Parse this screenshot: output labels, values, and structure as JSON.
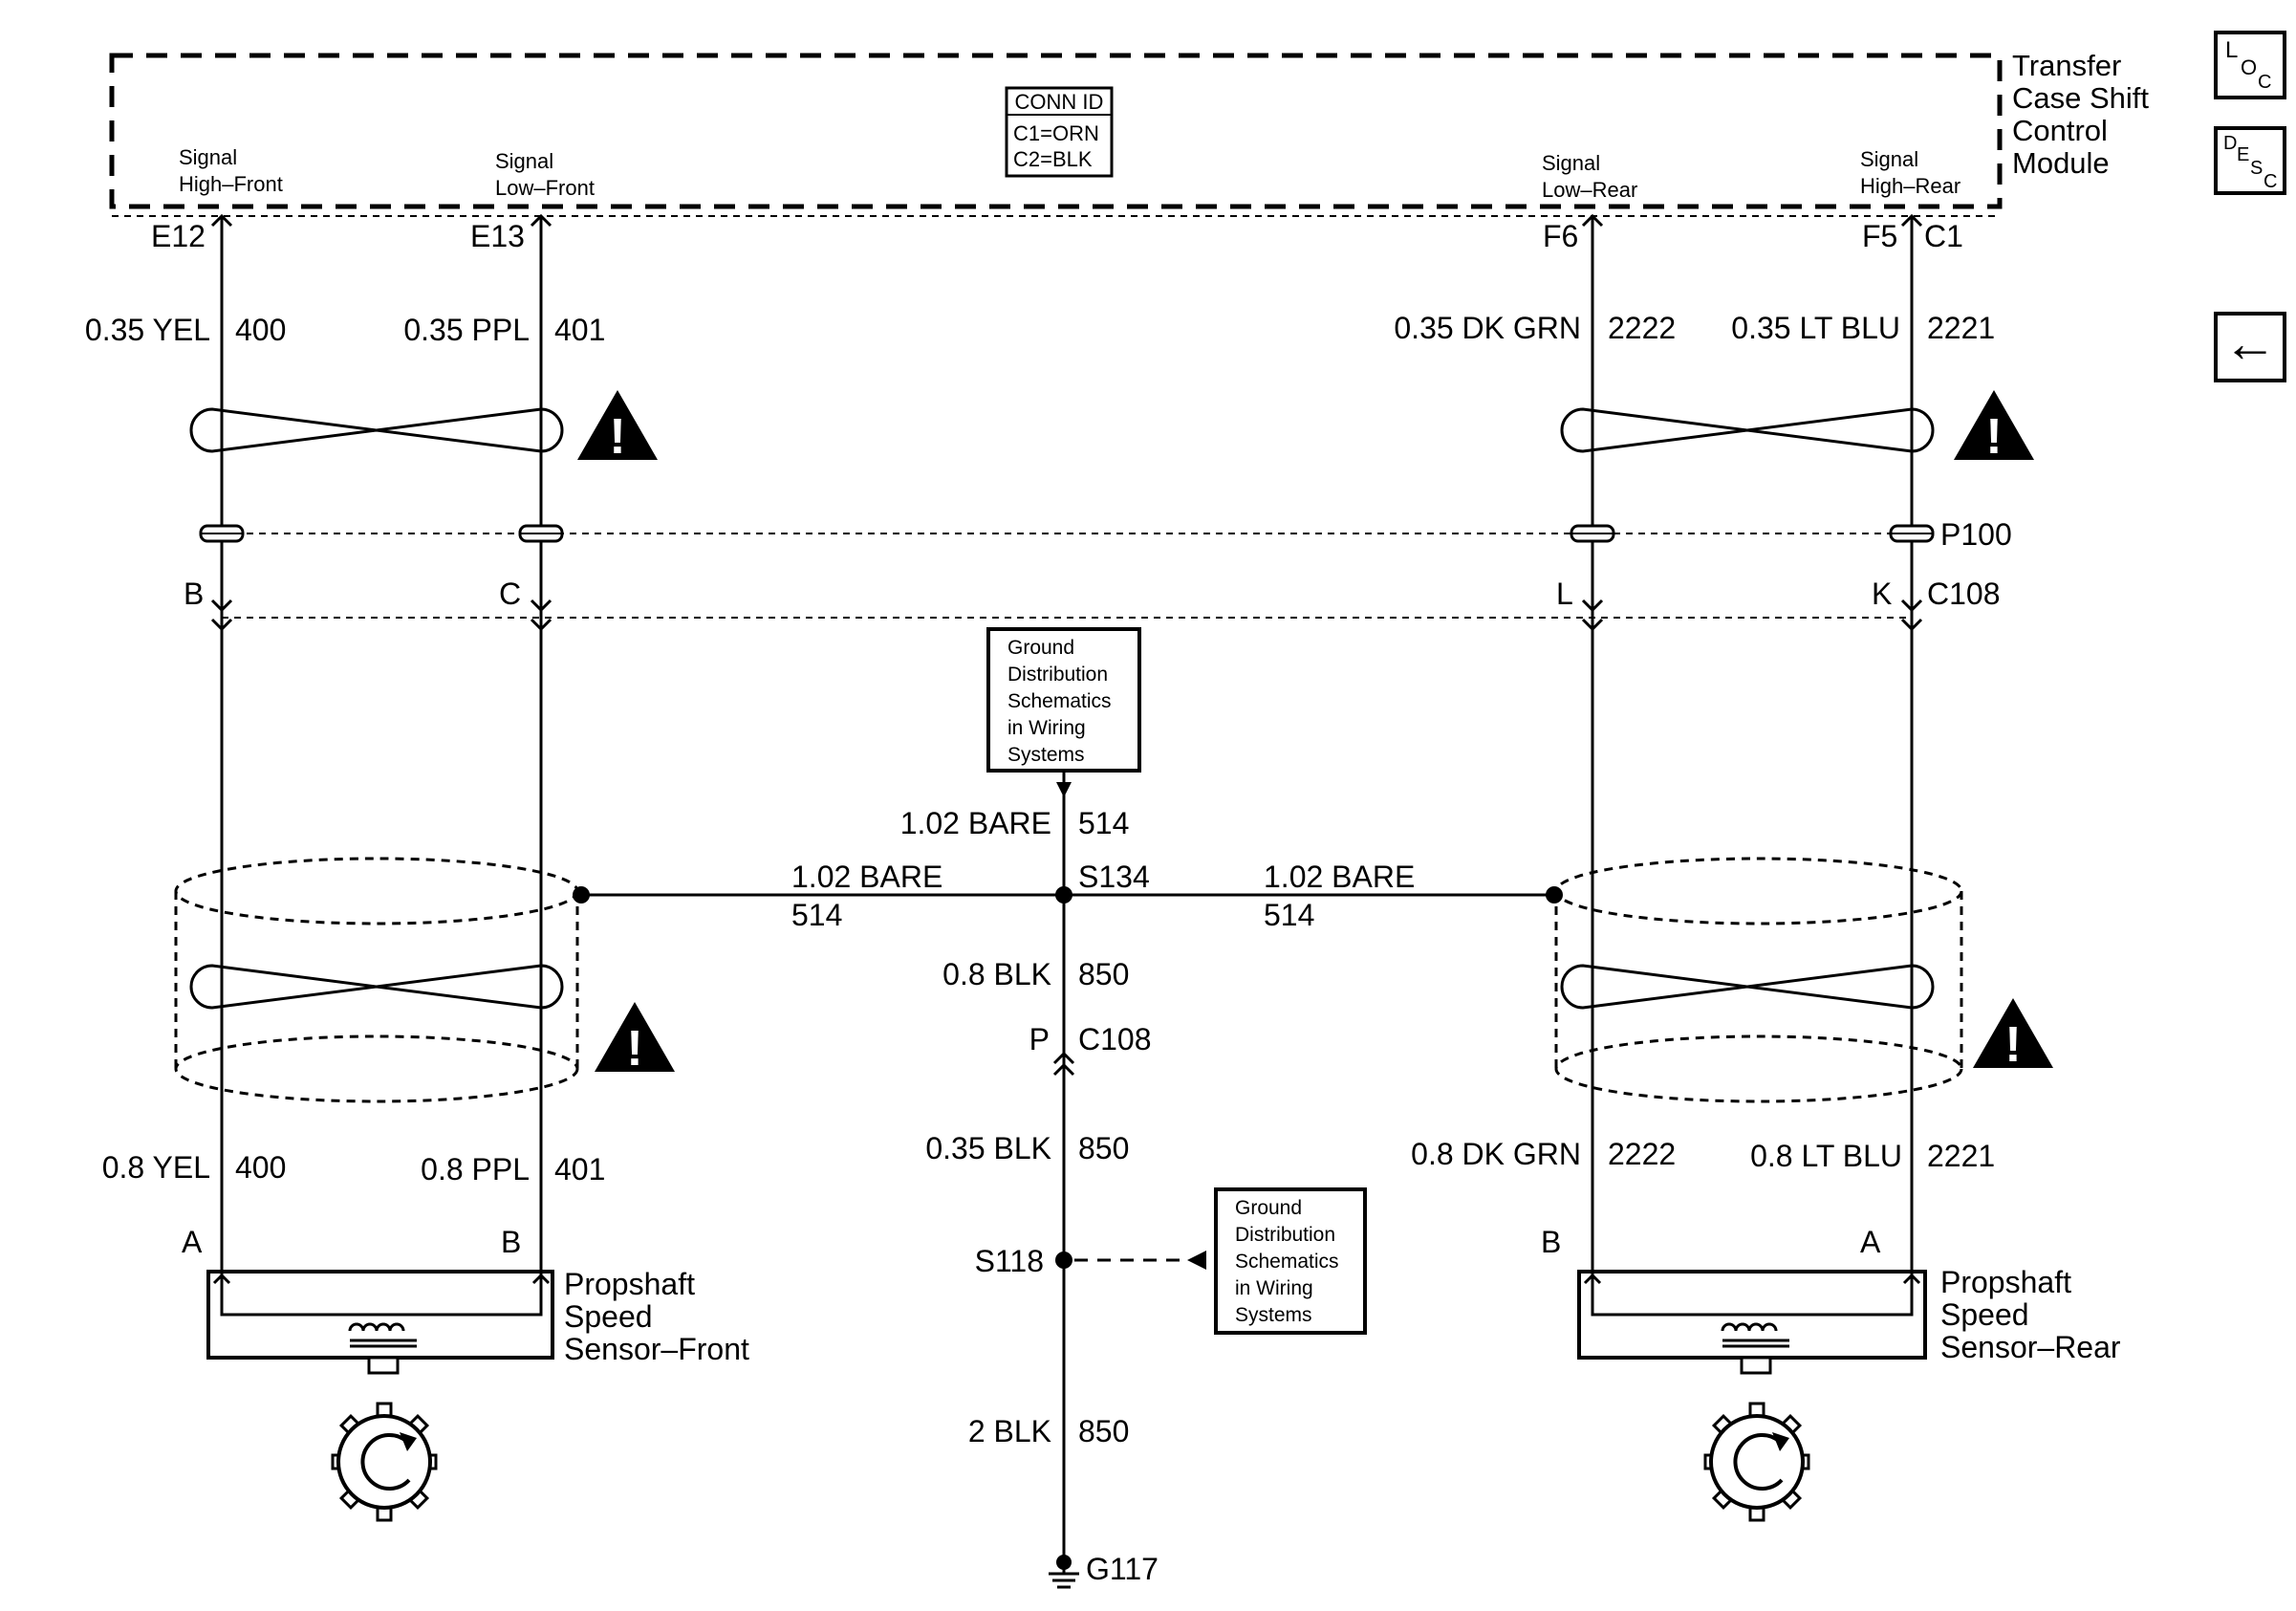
{
  "module": {
    "name_lines": [
      "Transfer",
      "Case Shift",
      "Control",
      "Module"
    ],
    "conn_id": {
      "title": "CONN ID",
      "lines": [
        "C1=ORN",
        "C2=BLK"
      ]
    },
    "pins": [
      {
        "line1": "Signal",
        "line2": "High–Front",
        "pin": "E12",
        "connector": ""
      },
      {
        "line1": "Signal",
        "line2": "Low–Front",
        "pin": "E13",
        "connector": ""
      },
      {
        "line1": "Signal",
        "line2": "Low–Rear",
        "pin": "F6",
        "connector": ""
      },
      {
        "line1": "Signal",
        "line2": "High–Rear",
        "pin": "F5",
        "connector": "C1"
      }
    ]
  },
  "nav": {
    "loc": {
      "big": "L",
      "small": "O",
      "sub": "C"
    },
    "desc": {
      "big": "D",
      "e": "E",
      "s": "S",
      "c": "C"
    },
    "back_glyph": "←"
  },
  "wires_upper": [
    {
      "gauge_color": "0.35 YEL",
      "circuit": "400"
    },
    {
      "gauge_color": "0.35 PPL",
      "circuit": "401"
    },
    {
      "gauge_color": "0.35 DK GRN",
      "circuit": "2222"
    },
    {
      "gauge_color": "0.35 LT BLU",
      "circuit": "2221"
    }
  ],
  "splice_pack": {
    "label": "P100"
  },
  "inline_connector": {
    "pins": [
      "B",
      "C",
      "L",
      "K"
    ],
    "label": "C108"
  },
  "wires_lower": [
    {
      "gauge_color": "0.8 YEL",
      "circuit": "400"
    },
    {
      "gauge_color": "0.8 PPL",
      "circuit": "401"
    },
    {
      "gauge_color": "0.8 DK GRN",
      "circuit": "2222"
    },
    {
      "gauge_color": "0.8 LT BLU",
      "circuit": "2221"
    }
  ],
  "ground": {
    "ref_box_top": [
      "Ground",
      "Distribution",
      "Schematics",
      "in Wiring",
      "Systems"
    ],
    "ref_box_bottom": [
      "Ground",
      "Distribution",
      "Schematics",
      "in Wiring",
      "Systems"
    ],
    "drain_top": {
      "gauge_color": "1.02 BARE",
      "circuit": "514"
    },
    "drain_left": {
      "gauge_color": "1.02 BARE",
      "circuit": "514"
    },
    "drain_right": {
      "gauge_color": "1.02 BARE",
      "circuit": "514"
    },
    "splice_s134": "S134",
    "wire_850_a": {
      "gauge_color": "0.8 BLK",
      "circuit": "850"
    },
    "c108_pin": "P",
    "c108_label": "C108",
    "wire_850_b": {
      "gauge_color": "0.35 BLK",
      "circuit": "850"
    },
    "splice_s118": "S118",
    "wire_850_c": {
      "gauge_color": "2 BLK",
      "circuit": "850"
    },
    "ground_point": "G117"
  },
  "sensors": [
    {
      "pin_left": "A",
      "pin_right": "B",
      "name_lines": [
        "Propshaft",
        "Speed",
        "Sensor–Front"
      ]
    },
    {
      "pin_left": "B",
      "pin_right": "A",
      "name_lines": [
        "Propshaft",
        "Speed",
        "Sensor–Rear"
      ]
    }
  ],
  "caution_glyph": "!"
}
